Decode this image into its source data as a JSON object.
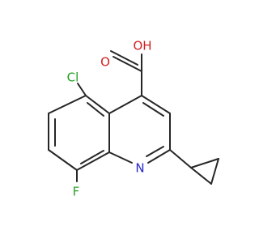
{
  "atoms": {
    "cl": {
      "label": "Cl",
      "color": "#1fa01f"
    },
    "f": {
      "label": "F",
      "color": "#2f9f2f"
    },
    "n": {
      "label": "N",
      "color": "#2727c8"
    },
    "o_carbonyl": {
      "label": "O",
      "color": "#d21f1f"
    },
    "oh": {
      "label": "OH",
      "color": "#d21f1f"
    }
  },
  "colors": {
    "bond": "#262626",
    "background": "#ffffff"
  }
}
